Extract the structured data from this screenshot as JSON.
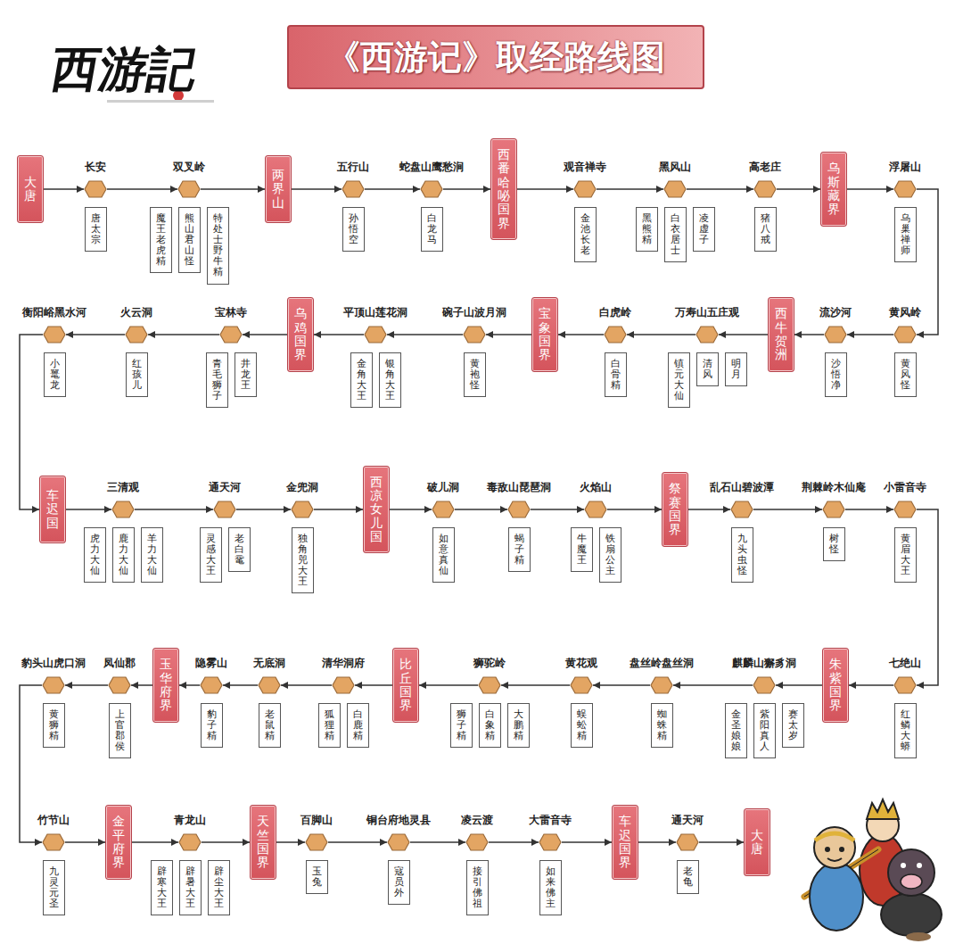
{
  "diagram": {
    "title": "《西游记》取经路线图",
    "nodes": [
      {
        "text": [
          "大唐"
        ]
      },
      {
        "text": [
          "长安"
        ]
      },
      {
        "text": [
          "唐太宗"
        ]
      },
      {
        "text": [
          "双叉岭"
        ]
      },
      {
        "text": [
          "魔王老虎精"
        ]
      },
      {
        "text": [
          "熊山君山怪"
        ]
      },
      {
        "text": [
          "特处士野牛精"
        ]
      },
      {
        "text": [
          "两界山"
        ]
      },
      {
        "text": [
          "五行山"
        ]
      },
      {
        "text": [
          "孙悟空"
        ]
      },
      {
        "text": [
          "蛇盘山鹰愁涧"
        ]
      },
      {
        "text": [
          "白龙马"
        ]
      },
      {
        "text": [
          "西番哈咇国界"
        ]
      },
      {
        "text": [
          "观音禅寺"
        ]
      },
      {
        "text": [
          "金池长老"
        ]
      },
      {
        "text": [
          "黑风山"
        ]
      },
      {
        "text": [
          "黑熊精"
        ]
      },
      {
        "text": [
          "白衣居士"
        ]
      },
      {
        "text": [
          "凌虚子"
        ]
      },
      {
        "text": [
          "高老庄"
        ]
      },
      {
        "text": [
          "猪八戒"
        ]
      },
      {
        "text": [
          "乌斯藏界"
        ]
      },
      {
        "text": [
          "浮屠山"
        ]
      },
      {
        "text": [
          "乌巢禅师"
        ]
      },
      {
        "text": [
          "黄风岭"
        ]
      },
      {
        "text": [
          "黄风怪"
        ]
      },
      {
        "text": [
          "流沙河"
        ]
      },
      {
        "text": [
          "沙悟净"
        ]
      },
      {
        "text": [
          "西牛贺洲"
        ]
      },
      {
        "text": [
          "万寿山五庄观"
        ]
      },
      {
        "text": [
          "镇元大仙"
        ]
      },
      {
        "text": [
          "清风"
        ]
      },
      {
        "text": [
          "明月"
        ]
      },
      {
        "text": [
          "白虎岭"
        ]
      },
      {
        "text": [
          "白骨精"
        ]
      },
      {
        "text": [
          "宝象国界"
        ]
      },
      {
        "text": [
          "碗子山波月洞"
        ]
      },
      {
        "text": [
          "黄袍怪"
        ]
      },
      {
        "text": [
          "平顶山莲花洞"
        ]
      },
      {
        "text": [
          "金角大王"
        ]
      },
      {
        "text": [
          "银角大王"
        ]
      },
      {
        "text": [
          "乌鸡国界"
        ]
      },
      {
        "text": [
          "宝林寺"
        ]
      },
      {
        "text": [
          "青毛狮子"
        ]
      },
      {
        "text": [
          "井龙王"
        ]
      },
      {
        "text": [
          "火云洞"
        ]
      },
      {
        "text": [
          "红孩儿"
        ]
      },
      {
        "text": [
          "衡阳峪黑水河"
        ]
      },
      {
        "text": [
          "小鼍龙"
        ]
      },
      {
        "text": [
          "车迟国"
        ]
      },
      {
        "text": [
          "三清观"
        ]
      },
      {
        "text": [
          "虎力大仙"
        ]
      },
      {
        "text": [
          "鹿力大仙"
        ]
      },
      {
        "text": [
          "羊力大仙"
        ]
      },
      {
        "text": [
          "通天河"
        ]
      },
      {
        "text": [
          "灵感大王"
        ]
      },
      {
        "text": [
          "老白鼋"
        ]
      },
      {
        "text": [
          "金兜洞"
        ]
      },
      {
        "text": [
          "独角兕大王"
        ]
      },
      {
        "text": [
          "西凉女儿国"
        ]
      },
      {
        "text": [
          "破儿洞"
        ]
      },
      {
        "text": [
          "如意真仙"
        ]
      },
      {
        "text": [
          "毒敌山琵琶洞"
        ]
      },
      {
        "text": [
          "蝎子精"
        ]
      },
      {
        "text": [
          "火焰山"
        ]
      },
      {
        "text": [
          "牛魔王"
        ]
      },
      {
        "text": [
          "铁扇公主"
        ]
      },
      {
        "text": [
          "祭赛国界"
        ]
      },
      {
        "text": [
          "乱石山碧波潭"
        ]
      },
      {
        "text": [
          "九头虫怪"
        ]
      },
      {
        "text": [
          "荆棘岭木仙庵"
        ]
      },
      {
        "text": [
          "树怪"
        ]
      },
      {
        "text": [
          "小雷音寺"
        ]
      },
      {
        "text": [
          "黄眉大王"
        ]
      },
      {
        "text": [
          "七绝山"
        ]
      },
      {
        "text": [
          "红鳞大蟒"
        ]
      },
      {
        "text": [
          "朱紫国界"
        ]
      },
      {
        "text": [
          "麒麟山獬豸洞"
        ]
      },
      {
        "text": [
          "金圣娘娘"
        ]
      },
      {
        "text": [
          "紫阳真人"
        ]
      },
      {
        "text": [
          "赛太岁"
        ]
      },
      {
        "text": [
          "盘丝岭盘丝洞"
        ]
      },
      {
        "text": [
          "蜘蛛精"
        ]
      },
      {
        "text": [
          "黄花观"
        ]
      },
      {
        "text": [
          "蜈蚣精"
        ]
      },
      {
        "text": [
          "狮驼岭"
        ]
      },
      {
        "text": [
          "狮子精"
        ]
      },
      {
        "text": [
          "白象精"
        ]
      },
      {
        "text": [
          "大鹏精"
        ]
      },
      {
        "text": [
          "比丘国界"
        ]
      },
      {
        "text": [
          "清华洞府"
        ]
      },
      {
        "text": [
          "狐狸精"
        ]
      },
      {
        "text": [
          "白鹿精"
        ]
      },
      {
        "text": [
          "无底洞"
        ]
      },
      {
        "text": [
          "老鼠精"
        ]
      },
      {
        "text": [
          "隐雾山"
        ]
      },
      {
        "text": [
          "豹子精"
        ]
      },
      {
        "text": [
          "玉华府界"
        ]
      },
      {
        "text": [
          "凤仙郡"
        ]
      },
      {
        "text": [
          "上官郡侯"
        ]
      },
      {
        "text": [
          "豹头山虎口洞"
        ]
      },
      {
        "text": [
          "黄狮精"
        ]
      },
      {
        "text": [
          "竹节山"
        ]
      },
      {
        "text": [
          "九灵元圣"
        ]
      },
      {
        "text": [
          "金平府界"
        ]
      },
      {
        "text": [
          "青龙山"
        ]
      },
      {
        "text": [
          "辟寒大王"
        ]
      },
      {
        "text": [
          "辟暑大王"
        ]
      },
      {
        "text": [
          "辟尘大王"
        ]
      },
      {
        "text": [
          "天竺国界"
        ]
      },
      {
        "text": [
          "百脚山"
        ]
      },
      {
        "text": [
          "玉兔"
        ]
      },
      {
        "text": [
          "铜台府地灵县"
        ]
      },
      {
        "text": [
          "寇员外"
        ]
      },
      {
        "text": [
          "凌云渡"
        ]
      },
      {
        "text": [
          "接引佛祖"
        ]
      },
      {
        "text": [
          "大雷音寺"
        ]
      },
      {
        "text": [
          "如来佛主"
        ]
      },
      {
        "text": [
          "车迟国界"
        ]
      },
      {
        "text": [
          "通天河"
        ]
      },
      {
        "text": [
          "老龟"
        ]
      },
      {
        "text": [
          "大唐"
        ]
      }
    ],
    "edges": [
      {
        "from": 0,
        "to": 1,
        "arrow": "to"
      },
      {
        "from": 1,
        "to": 3,
        "arrow": "to"
      },
      {
        "from": 3,
        "to": 7,
        "arrow": "to"
      },
      {
        "from": 7,
        "to": 8,
        "arrow": "to"
      },
      {
        "from": 8,
        "to": 10,
        "arrow": "to"
      },
      {
        "from": 10,
        "to": 12,
        "arrow": "to"
      },
      {
        "from": 12,
        "to": 13,
        "arrow": "to"
      },
      {
        "from": 13,
        "to": 15,
        "arrow": "to"
      },
      {
        "from": 15,
        "to": 19,
        "arrow": "to"
      },
      {
        "from": 19,
        "to": 21,
        "arrow": "to"
      },
      {
        "from": 21,
        "to": 22,
        "arrow": "to"
      },
      {
        "from": 22,
        "to": 24,
        "arrow": "to"
      },
      {
        "from": 24,
        "to": 26,
        "arrow": "to"
      },
      {
        "from": 26,
        "to": 28,
        "arrow": "to"
      },
      {
        "from": 28,
        "to": 29,
        "arrow": "to"
      },
      {
        "from": 29,
        "to": 33,
        "arrow": "to"
      },
      {
        "from": 33,
        "to": 35,
        "arrow": "to"
      },
      {
        "from": 35,
        "to": 36,
        "arrow": "to"
      },
      {
        "from": 36,
        "to": 38,
        "arrow": "to"
      },
      {
        "from": 38,
        "to": 41,
        "arrow": "to"
      },
      {
        "from": 41,
        "to": 42,
        "arrow": "to"
      },
      {
        "from": 42,
        "to": 45,
        "arrow": "to"
      },
      {
        "from": 45,
        "to": 47,
        "arrow": "to"
      },
      {
        "from": 47,
        "to": 49,
        "arrow": "to"
      },
      {
        "from": 49,
        "to": 50,
        "arrow": "to"
      },
      {
        "from": 50,
        "to": 54,
        "arrow": "to"
      },
      {
        "from": 54,
        "to": 57,
        "arrow": "to"
      },
      {
        "from": 57,
        "to": 59,
        "arrow": "to"
      },
      {
        "from": 59,
        "to": 60,
        "arrow": "to"
      },
      {
        "from": 60,
        "to": 62,
        "arrow": "to"
      },
      {
        "from": 62,
        "to": 64,
        "arrow": "to"
      },
      {
        "from": 64,
        "to": 67,
        "arrow": "to"
      },
      {
        "from": 67,
        "to": 68,
        "arrow": "to"
      },
      {
        "from": 68,
        "to": 70,
        "arrow": "to"
      },
      {
        "from": 70,
        "to": 72,
        "arrow": "to"
      },
      {
        "from": 72,
        "to": 74,
        "arrow": "to"
      },
      {
        "from": 74,
        "to": 76,
        "arrow": "to"
      },
      {
        "from": 76,
        "to": 77,
        "arrow": "to"
      },
      {
        "from": 77,
        "to": 81,
        "arrow": "to"
      },
      {
        "from": 81,
        "to": 83,
        "arrow": "to"
      },
      {
        "from": 83,
        "to": 85,
        "arrow": "to"
      },
      {
        "from": 85,
        "to": 89,
        "arrow": "to"
      },
      {
        "from": 89,
        "to": 90,
        "arrow": "to"
      },
      {
        "from": 90,
        "to": 93,
        "arrow": "to"
      },
      {
        "from": 93,
        "to": 95,
        "arrow": "to"
      },
      {
        "from": 95,
        "to": 97,
        "arrow": "to"
      },
      {
        "from": 97,
        "to": 98,
        "arrow": "to"
      },
      {
        "from": 98,
        "to": 100,
        "arrow": "to"
      },
      {
        "from": 100,
        "to": 102,
        "arrow": "to"
      },
      {
        "from": 102,
        "to": 104,
        "arrow": "to"
      },
      {
        "from": 104,
        "to": 105,
        "arrow": "to"
      },
      {
        "from": 105,
        "to": 109,
        "arrow": "to"
      },
      {
        "from": 109,
        "to": 110,
        "arrow": "to"
      },
      {
        "from": 110,
        "to": 112,
        "arrow": "to"
      },
      {
        "from": 112,
        "to": 114,
        "arrow": "to"
      },
      {
        "from": 114,
        "to": 116,
        "arrow": "to"
      },
      {
        "from": 116,
        "to": 118,
        "arrow": "to"
      },
      {
        "from": 118,
        "to": 119,
        "arrow": "to"
      },
      {
        "from": 119,
        "to": 121,
        "arrow": "to"
      }
    ],
    "labels": [
      "西游記"
    ]
  }
}
